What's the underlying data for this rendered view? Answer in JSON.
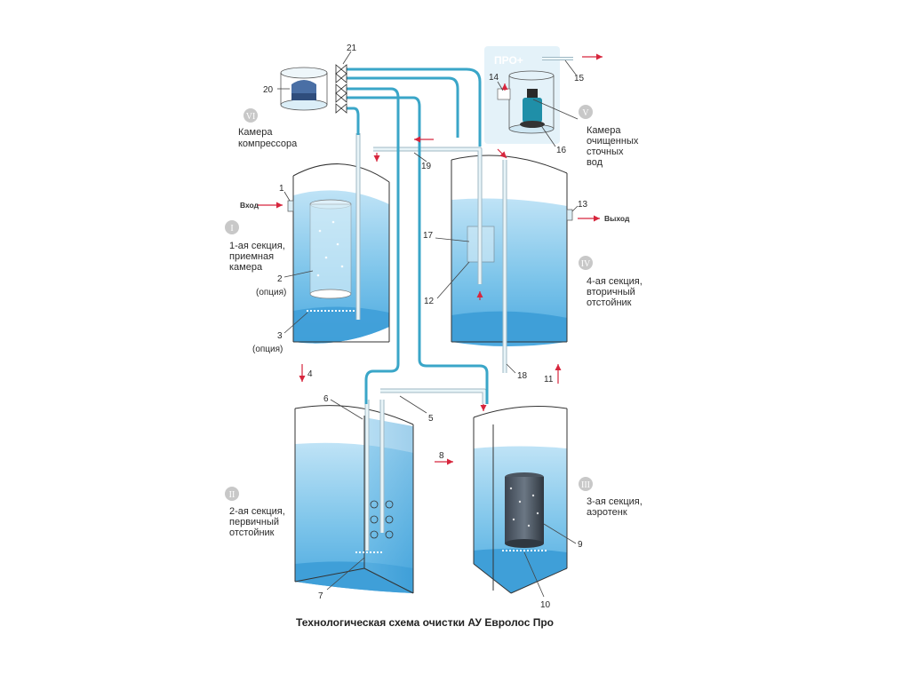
{
  "caption": "Технологическая схема очистки АУ Евролос Про",
  "pro_label": "ПРО+",
  "io": {
    "inlet": "Вход",
    "outlet": "Выход"
  },
  "sections": {
    "s1": {
      "roman": "I",
      "l1": "1-ая секция,",
      "l2": "приемная",
      "l3": "камера"
    },
    "s2": {
      "roman": "II",
      "l1": "2-ая секция,",
      "l2": "первичный",
      "l3": "отстойник"
    },
    "s3": {
      "roman": "III",
      "l1": "3-ая секция,",
      "l2": "аэротенк"
    },
    "s4": {
      "roman": "IV",
      "l1": "4-ая секция,",
      "l2": "вторичный",
      "l3": "отстойник"
    },
    "s5": {
      "roman": "V",
      "l1": "Камера",
      "l2": "очищенных",
      "l3": "сточных",
      "l4": "вод"
    },
    "s6": {
      "roman": "VI",
      "l1": "Камера",
      "l2": "компрессора"
    }
  },
  "numbers": {
    "n1": "1",
    "n2": "2",
    "n2opt": "(опция)",
    "n3": "3",
    "n3opt": "(опция)",
    "n4": "4",
    "n5": "5",
    "n6": "6",
    "n7": "7",
    "n8": "8",
    "n9": "9",
    "n10": "10",
    "n11": "11",
    "n12": "12",
    "n13": "13",
    "n14": "14",
    "n15": "15",
    "n16": "16",
    "n17": "17",
    "n18": "18",
    "n19": "19",
    "n20": "20",
    "n21": "21"
  },
  "colors": {
    "water": "#5fb6e3",
    "water_light": "#a9d8f2",
    "pipe": "#3aa6c8",
    "arrow": "#d7263d",
    "badge": "#c8c8c8",
    "pro_panel": "#e4f2f9",
    "pro_badge": "#8ec6e0"
  }
}
